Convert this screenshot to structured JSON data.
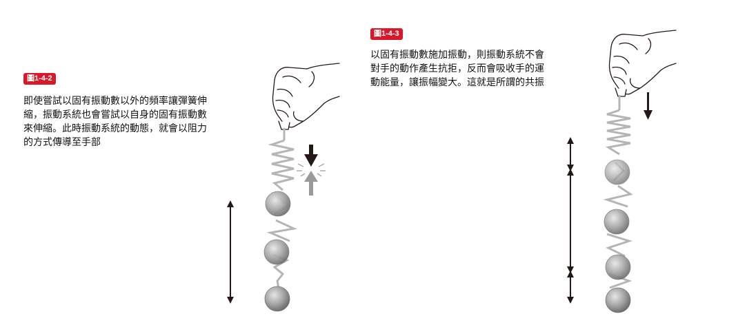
{
  "figure_left": {
    "label": "圖1-4-2",
    "caption_lines": [
      "即使嘗試以固有振動數以外的頻率讓彈簧伸",
      "縮，振動系統也會嘗試以自身的固有振動數",
      "來伸縮。此時振動系統的動態，就會以阻力",
      "的方式傳導至手部"
    ]
  },
  "figure_right": {
    "label": "圖1-4-3",
    "caption_lines": [
      "以固有振動數施加振動，則振動系統不會",
      "對手的動作產生抗拒，反而會吸收手的運",
      "動能量，讓振幅變大。這就是所謂的共振"
    ]
  },
  "colors": {
    "badge": "#d7192a",
    "arrow_dark": "#231815",
    "arrow_gray": "#9a9a9a",
    "spring": "#b5b5b5",
    "ball": "#9b9b9b"
  },
  "icons": [
    "hand-icon",
    "spring-icon",
    "ball-icon",
    "double-arrow-icon",
    "down-arrow-icon",
    "up-arrow-icon"
  ]
}
